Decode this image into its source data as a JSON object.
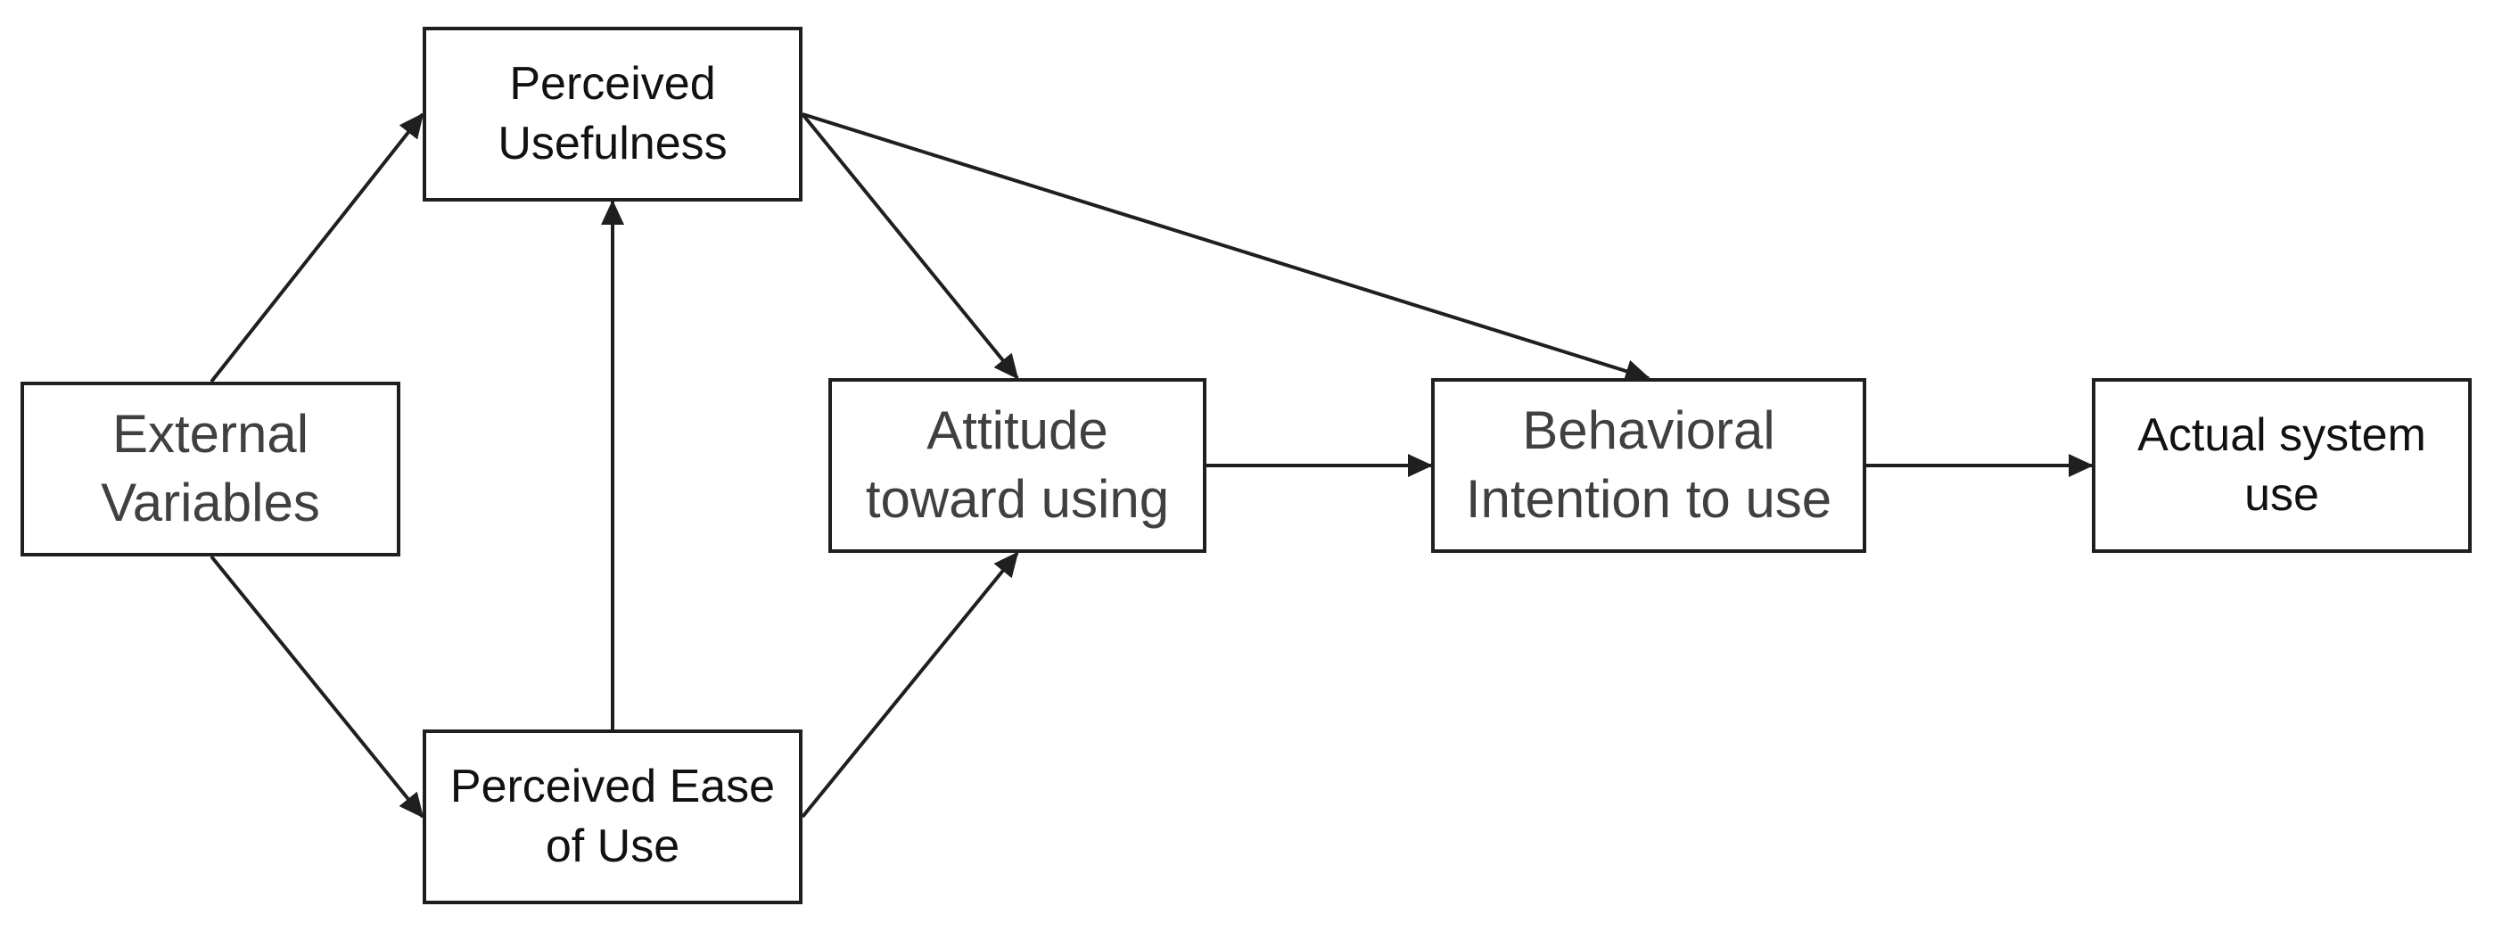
{
  "nodes": {
    "perceived_usefulness": {
      "lines": [
        "Perceived",
        "Usefulness"
      ]
    },
    "external_variables": {
      "lines": [
        "External",
        "Variables"
      ]
    },
    "perceived_ease_of_use": {
      "lines": [
        "Perceived Ease",
        "of Use"
      ]
    },
    "attitude_toward_using": {
      "lines": [
        "Attitude",
        "toward using"
      ]
    },
    "behavioral_intention": {
      "lines": [
        "Behavioral",
        "Intention to use"
      ]
    },
    "actual_system_use": {
      "lines": [
        "Actual system",
        "use"
      ]
    }
  },
  "edges": [
    {
      "from": "External Variables",
      "to": "Perceived Usefulness"
    },
    {
      "from": "External Variables",
      "to": "Perceived Ease of Use"
    },
    {
      "from": "Perceived Ease of Use",
      "to": "Perceived Usefulness"
    },
    {
      "from": "Perceived Usefulness",
      "to": "Attitude toward using"
    },
    {
      "from": "Perceived Ease of Use",
      "to": "Attitude toward using"
    },
    {
      "from": "Perceived Usefulness",
      "to": "Behavioral Intention to use"
    },
    {
      "from": "Attitude toward using",
      "to": "Behavioral Intention to use"
    },
    {
      "from": "Behavioral Intention to use",
      "to": "Actual system use"
    }
  ],
  "colors": {
    "stroke": "#1f1f1f",
    "text_dark": "#111111",
    "text_gray": "#404040",
    "background": "#ffffff"
  }
}
